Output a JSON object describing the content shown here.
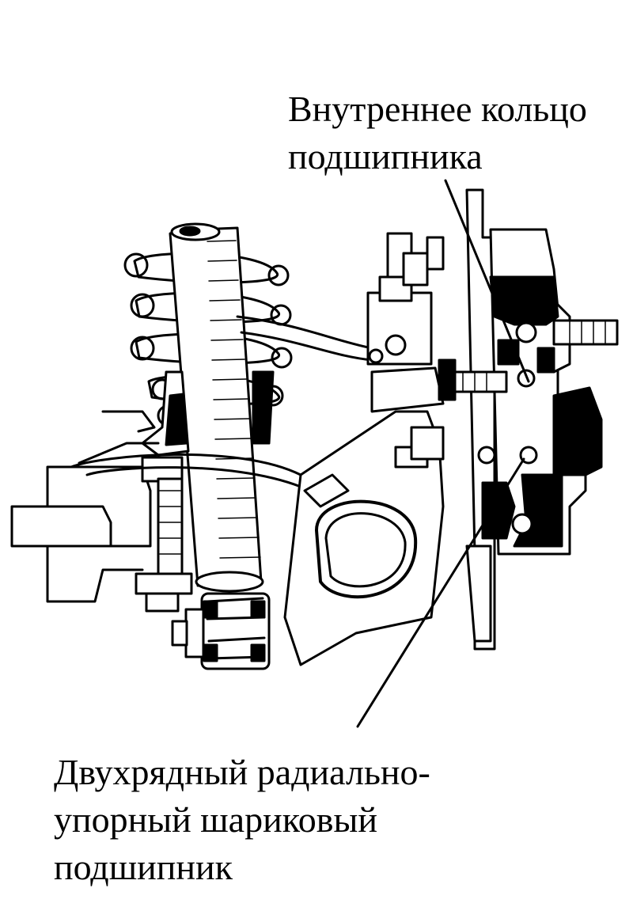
{
  "labels": {
    "inner_ring": {
      "line1": "Внутреннее кольцо",
      "line2": "подшипника"
    },
    "bearing": {
      "line1": "Двухрядный радиально-",
      "line2": "упорный шариковый",
      "line3": "подшипник"
    }
  },
  "colors": {
    "ink": "#000000",
    "paper": "#ffffff"
  }
}
